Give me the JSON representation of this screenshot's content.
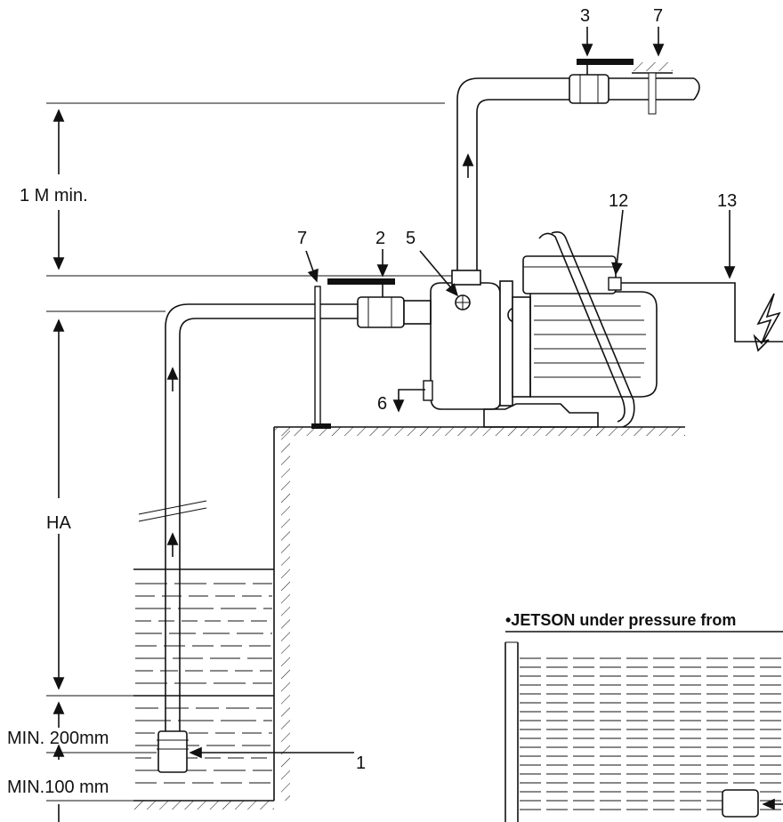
{
  "labels": {
    "one_m_min": "1 M min.",
    "ha": "HA",
    "min_200": "MIN. 200mm",
    "min_100": "MIN.100 mm",
    "callout_1": "1",
    "callout_2": "2",
    "callout_3": "3",
    "callout_5": "5",
    "callout_6": "6",
    "callout_7a": "7",
    "callout_7b": "7",
    "callout_12": "12",
    "callout_13": "13"
  },
  "caption": "•JETSON under pressure from",
  "icons": [
    "lightning-icon",
    "flow-arrow-icon",
    "gate-valve-icon"
  ]
}
